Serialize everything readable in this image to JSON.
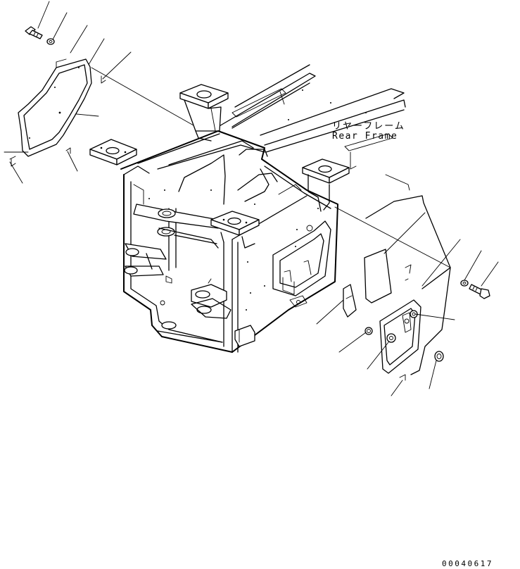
{
  "diagram": {
    "labels": {
      "jp": "リヤーフレーム",
      "en": "Rear Frame"
    },
    "code": "00040617"
  }
}
